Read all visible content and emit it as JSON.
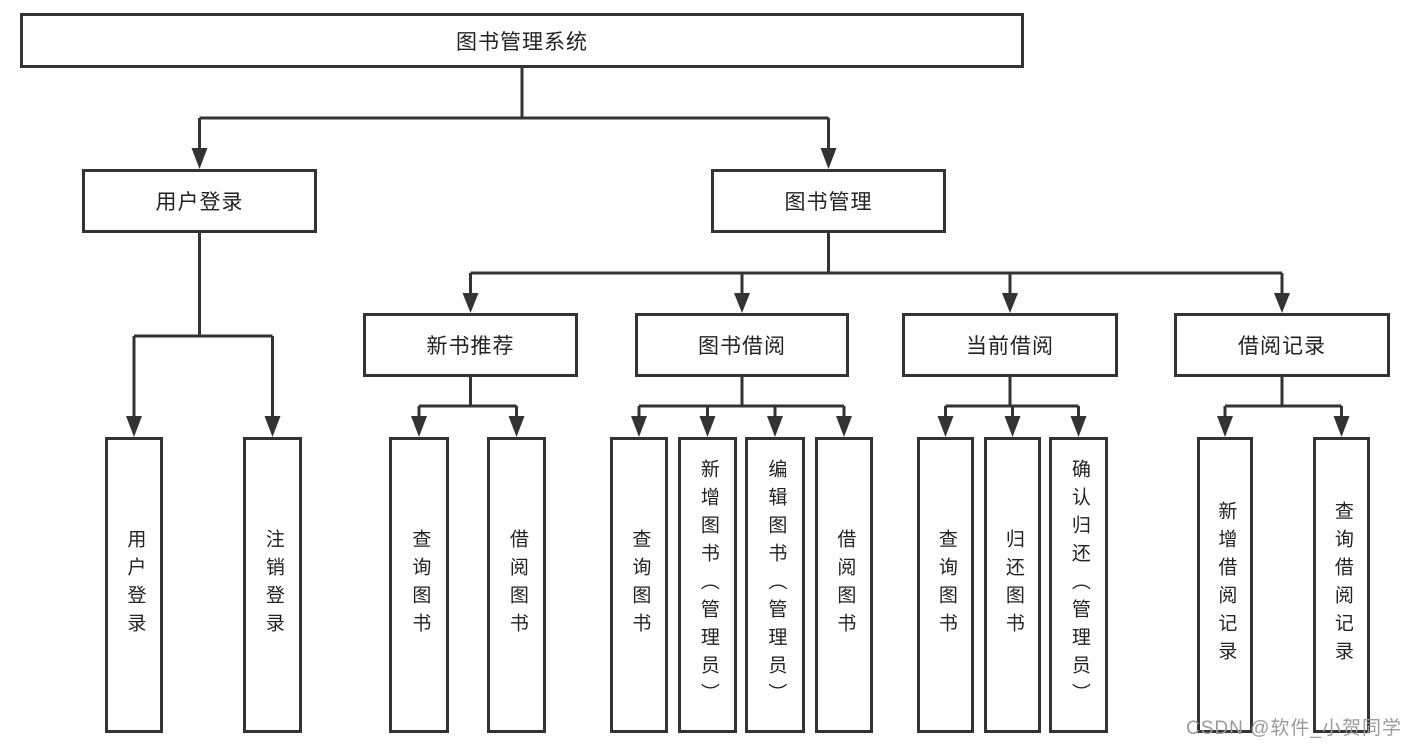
{
  "tree": {
    "root": "图书管理系统",
    "children": [
      {
        "label": "用户登录",
        "children": [
          "用户登录",
          "注销登录"
        ]
      },
      {
        "label": "图书管理",
        "children": [
          {
            "label": "新书推荐",
            "children": [
              "查询图书",
              "借阅图书"
            ]
          },
          {
            "label": "图书借阅",
            "children": [
              "查询图书",
              "新增图书（管理员）",
              "编辑图书（管理员）",
              "借阅图书"
            ]
          },
          {
            "label": "当前借阅",
            "children": [
              "查询图书",
              "归还图书",
              "确认归还（管理员）"
            ]
          },
          {
            "label": "借阅记录",
            "children": [
              "新增借阅记录",
              "查询借阅记录"
            ]
          }
        ]
      }
    ]
  },
  "watermark": {
    "text": "CSDN @软件_小贺同学"
  },
  "colors": {
    "line": "#333333",
    "text": "#222222",
    "watermark": "#9b9b9b",
    "background": "#ffffff"
  }
}
